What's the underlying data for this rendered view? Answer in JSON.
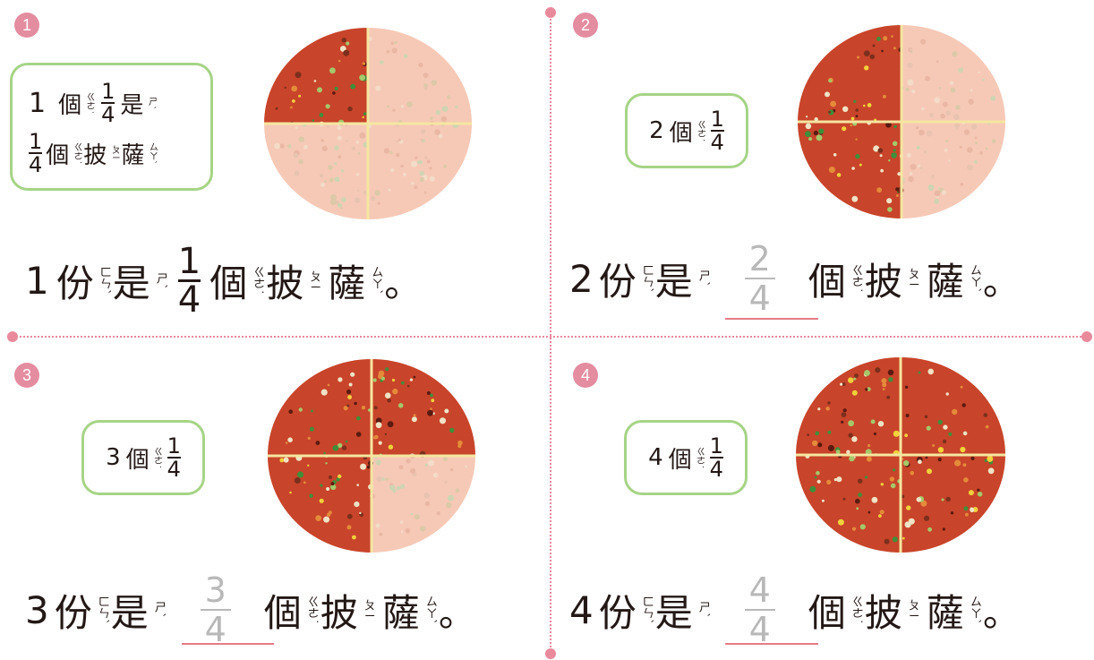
{
  "badges": [
    "1",
    "2",
    "3",
    "4"
  ],
  "panel1": {
    "bubble": {
      "line1_num": "1",
      "line1_char": "個",
      "line1_zhuyin": "ㄍㄜ˙",
      "frac_num": "1",
      "frac_den": "4",
      "line1_tail": "是",
      "line1_tail_zhuyin": "ㄕˋ",
      "line2_frac_num": "1",
      "line2_frac_den": "4",
      "line2_char1": "個",
      "line2_char1_zhuyin": "ㄍㄜ˙",
      "line2_char2": "披",
      "line2_char2_zhuyin": "ㄆㄧ",
      "line2_char3": "薩",
      "line2_char3_zhuyin": "ㄙㄚˋ"
    },
    "sentence": {
      "count": "1",
      "fen": "份",
      "fen_zhuyin": "ㄈㄣˋ",
      "shi": "是",
      "shi_zhuyin": "ㄕˋ",
      "frac_num": "1",
      "frac_den": "4",
      "ge": "個",
      "ge_zhuyin": "ㄍㄜ˙",
      "pi": "披",
      "pi_zhuyin": "ㄆㄧ",
      "sa": "薩",
      "sa_zhuyin": "ㄙㄚˋ",
      "end": "。"
    },
    "filled_quarters": 1
  },
  "panel2": {
    "bubble": {
      "count": "2",
      "ge": "個",
      "ge_zhuyin": "ㄍㄜ˙",
      "frac_num": "1",
      "frac_den": "4"
    },
    "sentence": {
      "count": "2",
      "fen": "份",
      "fen_zhuyin": "ㄈㄣˋ",
      "shi": "是",
      "shi_zhuyin": "ㄕˋ",
      "ans_num": "2",
      "ans_den": "4",
      "ge": "個",
      "ge_zhuyin": "ㄍㄜ˙",
      "pi": "披",
      "pi_zhuyin": "ㄆㄧ",
      "sa": "薩",
      "sa_zhuyin": "ㄙㄚˋ",
      "end": "。"
    },
    "filled_quarters": 2
  },
  "panel3": {
    "bubble": {
      "count": "3",
      "ge": "個",
      "ge_zhuyin": "ㄍㄜ˙",
      "frac_num": "1",
      "frac_den": "4"
    },
    "sentence": {
      "count": "3",
      "fen": "份",
      "fen_zhuyin": "ㄈㄣˋ",
      "shi": "是",
      "shi_zhuyin": "ㄕˋ",
      "ans_num": "3",
      "ans_den": "4",
      "ge": "個",
      "ge_zhuyin": "ㄍㄜ˙",
      "pi": "披",
      "pi_zhuyin": "ㄆㄧ",
      "sa": "薩",
      "sa_zhuyin": "ㄙㄚˋ",
      "end": "。"
    },
    "filled_quarters": 3
  },
  "panel4": {
    "bubble": {
      "count": "4",
      "ge": "個",
      "ge_zhuyin": "ㄍㄜ˙",
      "frac_num": "1",
      "frac_den": "4"
    },
    "sentence": {
      "count": "4",
      "fen": "份",
      "fen_zhuyin": "ㄈㄣˋ",
      "shi": "是",
      "shi_zhuyin": "ㄕˋ",
      "ans_num": "4",
      "ans_den": "4",
      "ge": "個",
      "ge_zhuyin": "ㄍㄜ˙",
      "pi": "披",
      "pi_zhuyin": "ㄆㄧ",
      "sa": "薩",
      "sa_zhuyin": "ㄙㄚˋ",
      "end": "。"
    },
    "filled_quarters": 4
  },
  "colors": {
    "sauce": "#c8442a",
    "crust": "#f6c9b6",
    "cut": "#f5e6a0",
    "bubble_border": "#a6d486",
    "badge": "#e48ca0",
    "answer_line": "#e47d86",
    "answer_text": "#b8b8b8"
  }
}
